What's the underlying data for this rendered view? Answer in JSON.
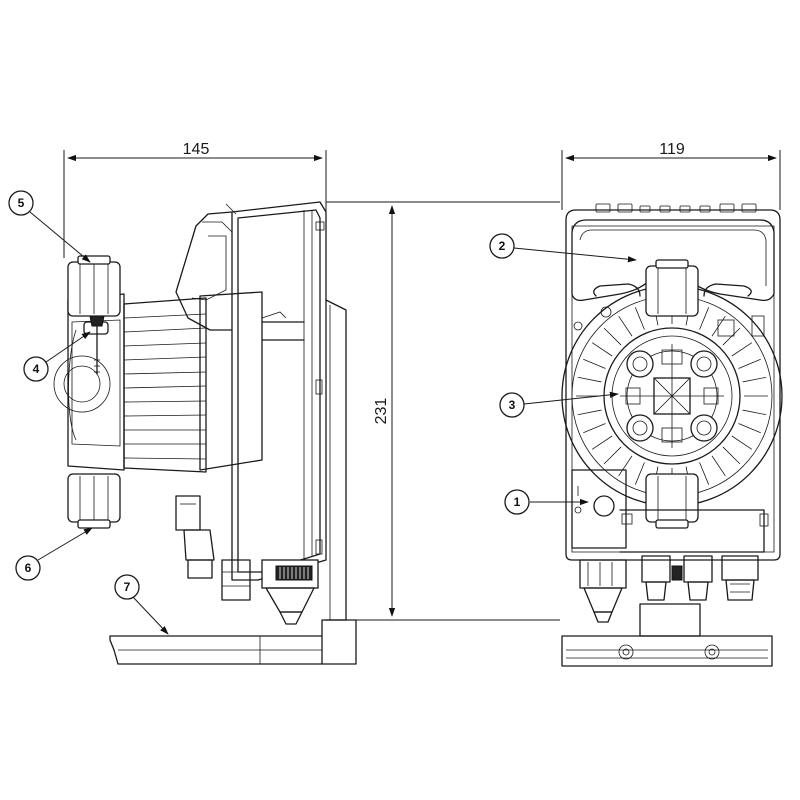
{
  "dimensions": {
    "side_width": "145",
    "front_width": "119",
    "height": "231"
  },
  "callouts": [
    {
      "id": "1"
    },
    {
      "id": "2"
    },
    {
      "id": "3"
    },
    {
      "id": "4"
    },
    {
      "id": "5"
    },
    {
      "id": "6"
    },
    {
      "id": "7"
    }
  ]
}
